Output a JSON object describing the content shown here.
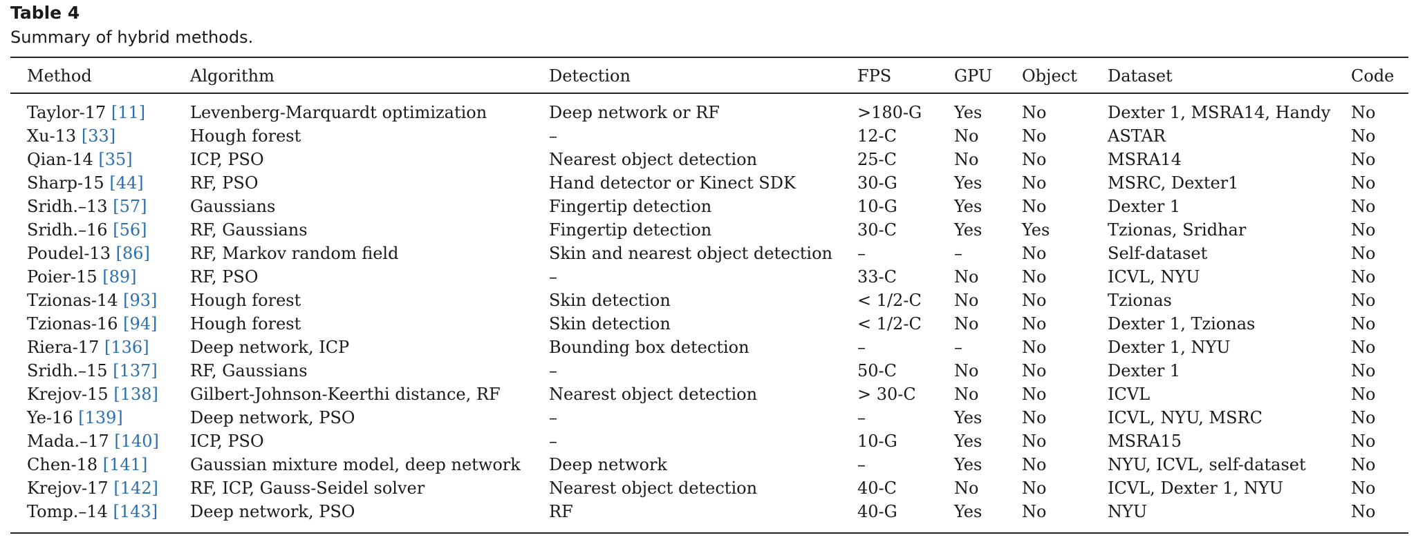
{
  "caption": {
    "title": "Table 4",
    "subtitle": "Summary of hybrid methods."
  },
  "headers": [
    "Method",
    "Algorithm",
    "Detection",
    "FPS",
    "GPU",
    "Object",
    "Dataset",
    "Code"
  ],
  "rows": [
    {
      "method": "Taylor-17",
      "ref": "[11]",
      "algorithm": "Levenberg-Marquardt optimization",
      "detection": "Deep network or RF",
      "fps": ">180-G",
      "gpu": "Yes",
      "object": "No",
      "dataset": "Dexter 1, MSRA14, Handy",
      "code": "No"
    },
    {
      "method": "Xu-13",
      "ref": "[33]",
      "algorithm": "Hough forest",
      "detection": "–",
      "fps": "12-C",
      "gpu": "No",
      "object": "No",
      "dataset": "ASTAR",
      "code": "No"
    },
    {
      "method": "Qian-14",
      "ref": "[35]",
      "algorithm": "ICP, PSO",
      "detection": "Nearest object detection",
      "fps": "25-C",
      "gpu": "No",
      "object": "No",
      "dataset": "MSRA14",
      "code": "No"
    },
    {
      "method": "Sharp-15",
      "ref": "[44]",
      "algorithm": "RF, PSO",
      "detection": "Hand detector or Kinect SDK",
      "fps": "30-G",
      "gpu": "Yes",
      "object": "No",
      "dataset": "MSRC, Dexter1",
      "code": "No"
    },
    {
      "method": "Sridh.–13",
      "ref": "[57]",
      "algorithm": "Gaussians",
      "detection": "Fingertip detection",
      "fps": "10-G",
      "gpu": "Yes",
      "object": "No",
      "dataset": "Dexter 1",
      "code": "No"
    },
    {
      "method": "Sridh.–16",
      "ref": "[56]",
      "algorithm": "RF, Gaussians",
      "detection": "Fingertip detection",
      "fps": "30-C",
      "gpu": "Yes",
      "object": "Yes",
      "dataset": "Tzionas, Sridhar",
      "code": "No"
    },
    {
      "method": "Poudel-13",
      "ref": "[86]",
      "algorithm": "RF, Markov random field",
      "detection": "Skin and nearest object detection",
      "fps": "–",
      "gpu": "–",
      "object": "No",
      "dataset": "Self-dataset",
      "code": "No"
    },
    {
      "method": "Poier-15",
      "ref": "[89]",
      "algorithm": "RF, PSO",
      "detection": "–",
      "fps": "33-C",
      "gpu": "No",
      "object": "No",
      "dataset": "ICVL, NYU",
      "code": "No"
    },
    {
      "method": "Tzionas-14",
      "ref": "[93]",
      "algorithm": "Hough forest",
      "detection": "Skin detection",
      "fps": "< 1/2-C",
      "gpu": "No",
      "object": "No",
      "dataset": "Tzionas",
      "code": "No"
    },
    {
      "method": "Tzionas-16",
      "ref": "[94]",
      "algorithm": "Hough forest",
      "detection": "Skin detection",
      "fps": "< 1/2-C",
      "gpu": "No",
      "object": "No",
      "dataset": "Dexter 1, Tzionas",
      "code": "No"
    },
    {
      "method": "Riera-17",
      "ref": "[136]",
      "algorithm": "Deep network, ICP",
      "detection": "Bounding box detection",
      "fps": "–",
      "gpu": "–",
      "object": "No",
      "dataset": "Dexter 1, NYU",
      "code": "No"
    },
    {
      "method": "Sridh.–15",
      "ref": "[137]",
      "algorithm": "RF, Gaussians",
      "detection": "–",
      "fps": "50-C",
      "gpu": "No",
      "object": "No",
      "dataset": "Dexter 1",
      "code": "No"
    },
    {
      "method": "Krejov-15",
      "ref": "[138]",
      "algorithm": "Gilbert-Johnson-Keerthi distance, RF",
      "detection": "Nearest object detection",
      "fps": "> 30-C",
      "gpu": "No",
      "object": "No",
      "dataset": "ICVL",
      "code": "No"
    },
    {
      "method": "Ye-16",
      "ref": "[139]",
      "algorithm": "Deep network, PSO",
      "detection": "–",
      "fps": "–",
      "gpu": "Yes",
      "object": "No",
      "dataset": "ICVL, NYU, MSRC",
      "code": "No"
    },
    {
      "method": "Mada.–17",
      "ref": "[140]",
      "algorithm": "ICP, PSO",
      "detection": "–",
      "fps": "10-G",
      "gpu": "Yes",
      "object": "No",
      "dataset": "MSRA15",
      "code": "No"
    },
    {
      "method": "Chen-18",
      "ref": "[141]",
      "algorithm": "Gaussian mixture model, deep network",
      "detection": "Deep network",
      "fps": "–",
      "gpu": "Yes",
      "object": "No",
      "dataset": "NYU, ICVL, self-dataset",
      "code": "No"
    },
    {
      "method": "Krejov-17",
      "ref": "[142]",
      "algorithm": "RF, ICP, Gauss-Seidel solver",
      "detection": "Nearest object detection",
      "fps": "40-C",
      "gpu": "No",
      "object": "No",
      "dataset": "ICVL, Dexter 1, NYU",
      "code": "No"
    },
    {
      "method": "Tomp.–14",
      "ref": "[143]",
      "algorithm": "Deep network, PSO",
      "detection": "RF",
      "fps": "40-G",
      "gpu": "Yes",
      "object": "No",
      "dataset": "NYU",
      "code": "No"
    }
  ]
}
